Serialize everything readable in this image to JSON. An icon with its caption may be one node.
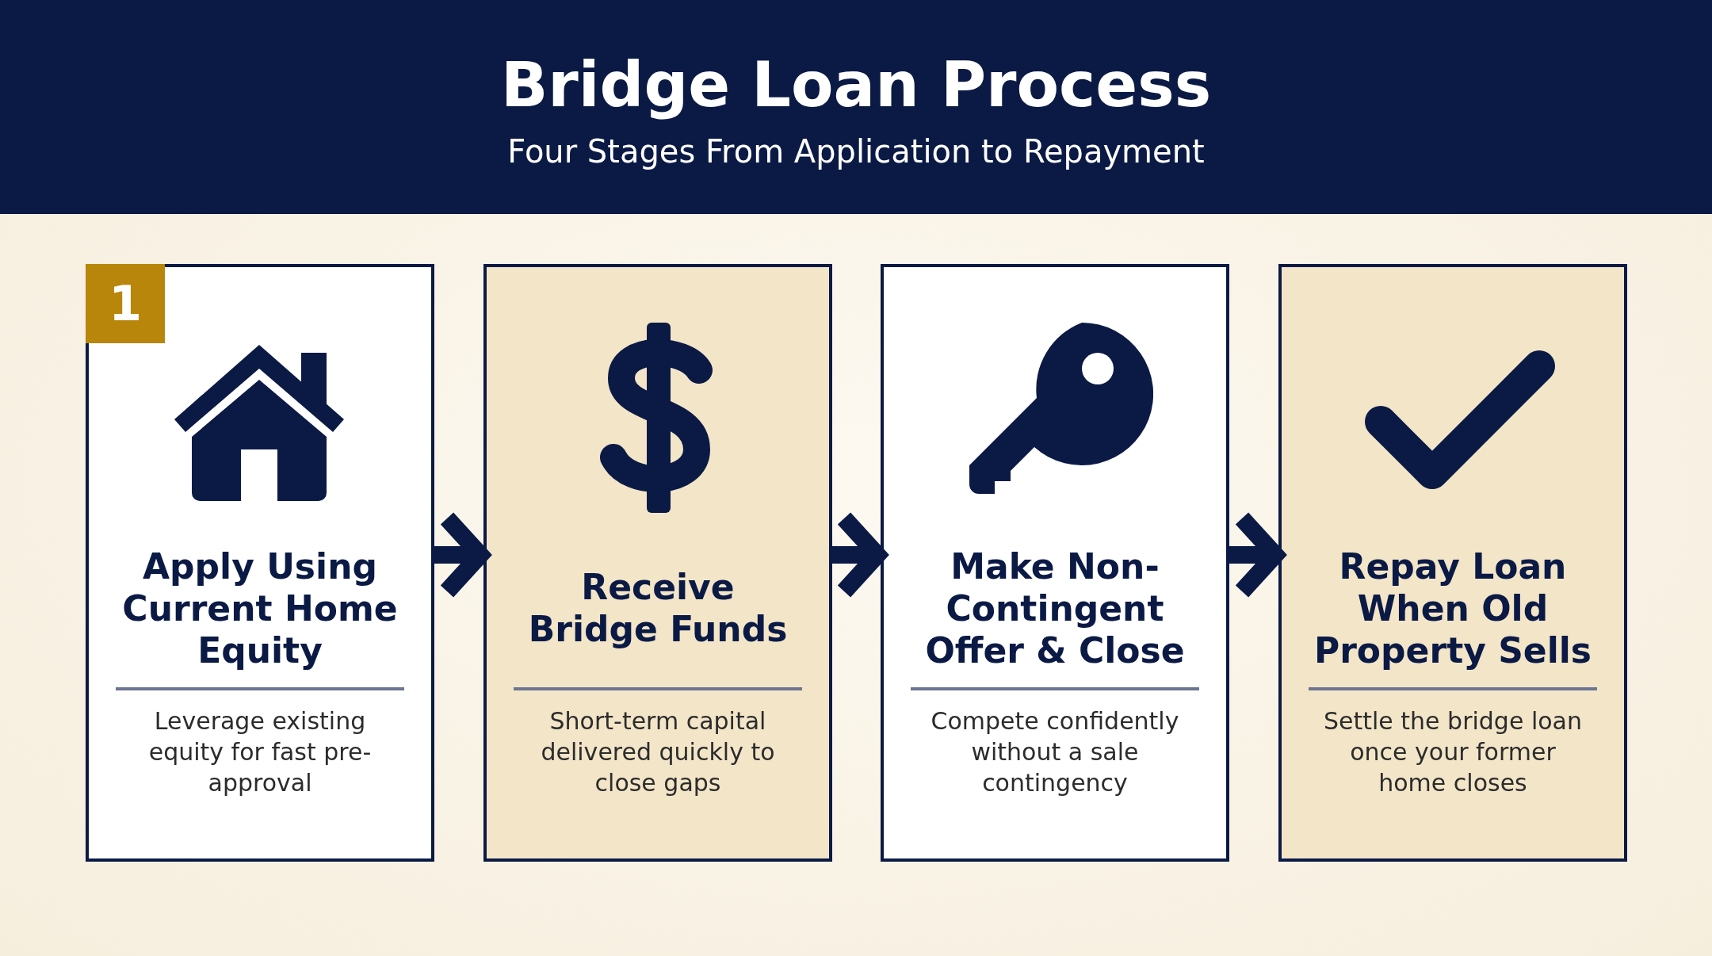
{
  "diagram": {
    "title": "Bridge Loan Process",
    "caption": "Four Stages From Application to Repayment",
    "nodes": [
      {
        "text": [
          "Apply Using Current Home Equity",
          "Leverage existing equity for fast pre-approval"
        ]
      },
      {
        "text": [
          "Receive Bridge Funds",
          "Short-term capital delivered quickly to close gaps"
        ]
      },
      {
        "text": [
          "Make Non-Contingent Offer & Close",
          "Compete confidently without a sale contingency"
        ]
      },
      {
        "text": [
          "Repay Loan When Old Property Sells",
          "Settle the bridge loan once your former home closes"
        ]
      }
    ],
    "edges": [
      {
        "from": 0,
        "to": 1,
        "arrow": "to"
      },
      {
        "from": 1,
        "to": 2,
        "arrow": "to"
      },
      {
        "from": 2,
        "to": 3,
        "arrow": "to"
      }
    ],
    "labels": [
      "1"
    ]
  }
}
